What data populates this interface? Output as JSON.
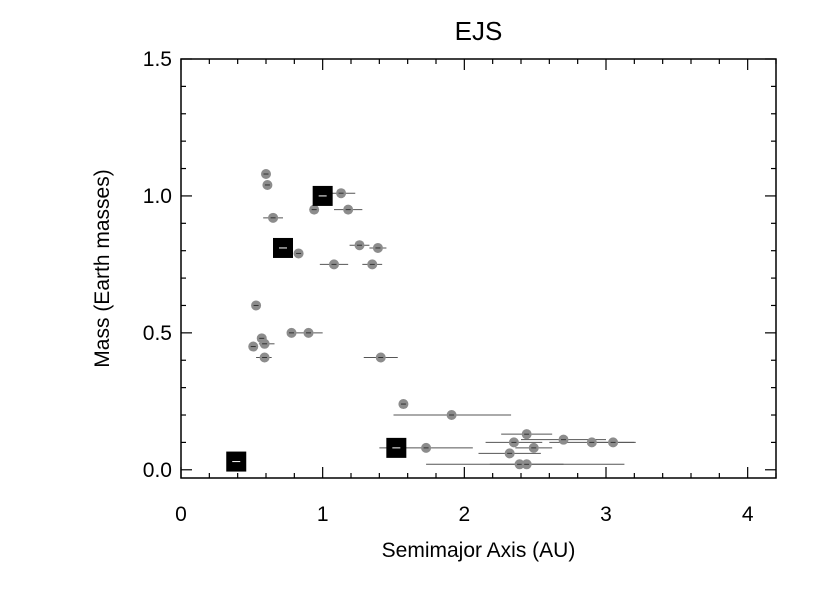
{
  "chart_data": {
    "type": "scatter",
    "title": "EJS",
    "xlabel": "Semimajor Axis (AU)",
    "ylabel": "Mass (Earth masses)",
    "xlim": [
      0,
      4.2
    ],
    "ylim": [
      -0.03,
      1.5
    ],
    "x_ticks": [
      0,
      1,
      2,
      3,
      4
    ],
    "x_tick_labels": [
      "0",
      "1",
      "2",
      "3",
      "4"
    ],
    "y_ticks": [
      0.0,
      0.5,
      1.0,
      1.5
    ],
    "y_tick_labels": [
      "0.0",
      "0.5",
      "1.0",
      "1.5"
    ],
    "grid": false,
    "colors": {
      "simulated": "#8c8c8c",
      "solar_system": "#000000",
      "error_bar": "#555555"
    },
    "series": [
      {
        "marker": "gray-circle",
        "points": [
          {
            "x": 0.6,
            "y": 1.08,
            "xmin": 0.58,
            "xmax": 0.62
          },
          {
            "x": 0.61,
            "y": 1.04,
            "xmin": 0.59,
            "xmax": 0.63
          },
          {
            "x": 0.65,
            "y": 0.92,
            "xmin": 0.58,
            "xmax": 0.72
          },
          {
            "x": 0.83,
            "y": 0.79,
            "xmin": 0.81,
            "xmax": 0.85
          },
          {
            "x": 0.53,
            "y": 0.6,
            "xmin": 0.52,
            "xmax": 0.54
          },
          {
            "x": 0.57,
            "y": 0.48,
            "xmin": 0.55,
            "xmax": 0.59
          },
          {
            "x": 0.51,
            "y": 0.45,
            "xmin": 0.5,
            "xmax": 0.52
          },
          {
            "x": 0.59,
            "y": 0.46,
            "xmin": 0.55,
            "xmax": 0.66
          },
          {
            "x": 0.59,
            "y": 0.41,
            "xmin": 0.53,
            "xmax": 0.64
          },
          {
            "x": 0.78,
            "y": 0.5,
            "xmin": 0.76,
            "xmax": 0.8
          },
          {
            "x": 0.9,
            "y": 0.5,
            "xmin": 0.8,
            "xmax": 1.0
          },
          {
            "x": 1.13,
            "y": 1.01,
            "xmin": 1.03,
            "xmax": 1.23
          },
          {
            "x": 0.94,
            "y": 0.95,
            "xmin": 0.93,
            "xmax": 0.95
          },
          {
            "x": 1.18,
            "y": 0.95,
            "xmin": 1.08,
            "xmax": 1.28
          },
          {
            "x": 1.26,
            "y": 0.82,
            "xmin": 1.19,
            "xmax": 1.33
          },
          {
            "x": 1.39,
            "y": 0.81,
            "xmin": 1.33,
            "xmax": 1.45
          },
          {
            "x": 1.08,
            "y": 0.75,
            "xmin": 0.98,
            "xmax": 1.18
          },
          {
            "x": 1.35,
            "y": 0.75,
            "xmin": 1.28,
            "xmax": 1.42
          },
          {
            "x": 1.41,
            "y": 0.41,
            "xmin": 1.29,
            "xmax": 1.53
          },
          {
            "x": 1.57,
            "y": 0.24,
            "xmin": 1.55,
            "xmax": 1.59
          },
          {
            "x": 1.91,
            "y": 0.2,
            "xmin": 1.5,
            "xmax": 2.33
          },
          {
            "x": 1.73,
            "y": 0.08,
            "xmin": 1.4,
            "xmax": 2.06
          },
          {
            "x": 2.44,
            "y": 0.13,
            "xmin": 2.26,
            "xmax": 2.62
          },
          {
            "x": 2.35,
            "y": 0.1,
            "xmin": 2.15,
            "xmax": 2.55
          },
          {
            "x": 2.49,
            "y": 0.08,
            "xmin": 2.36,
            "xmax": 2.62
          },
          {
            "x": 2.32,
            "y": 0.06,
            "xmin": 2.1,
            "xmax": 2.54
          },
          {
            "x": 2.7,
            "y": 0.11,
            "xmin": 2.4,
            "xmax": 3.0
          },
          {
            "x": 2.9,
            "y": 0.1,
            "xmin": 2.6,
            "xmax": 3.2
          },
          {
            "x": 3.05,
            "y": 0.1,
            "xmin": 2.9,
            "xmax": 3.21
          },
          {
            "x": 2.39,
            "y": 0.02,
            "xmin": 1.73,
            "xmax": 3.13
          },
          {
            "x": 2.44,
            "y": 0.02,
            "xmin": 2.18,
            "xmax": 2.7
          }
        ]
      },
      {
        "marker": "black-square",
        "points": [
          {
            "x": 0.39,
            "y": 0.03
          },
          {
            "x": 0.72,
            "y": 0.81
          },
          {
            "x": 1.0,
            "y": 1.0
          },
          {
            "x": 1.52,
            "y": 0.08
          }
        ]
      }
    ]
  }
}
